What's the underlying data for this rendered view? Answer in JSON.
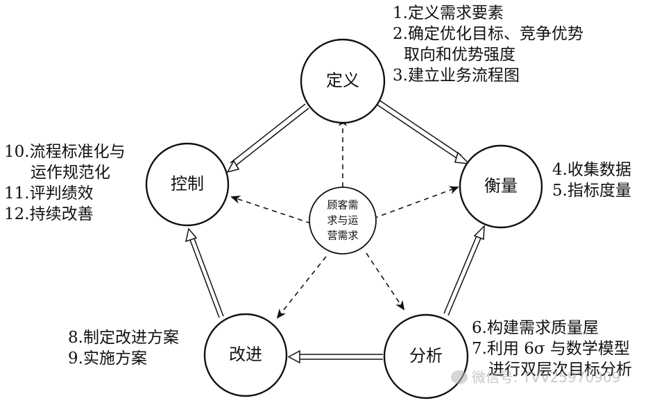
{
  "nodes": {
    "define": "定义",
    "measure": "衡量",
    "analyze": "分析",
    "improve": "改进",
    "control": "控制"
  },
  "center": {
    "line1": "顾客需",
    "line2": "求与运",
    "line3": "营需求"
  },
  "notes": {
    "define": [
      "1.定义需求要素",
      "2.确定优化目标、竞争优势",
      "取向和优势强度",
      "3.建立业务流程图"
    ],
    "measure": [
      "4.收集数据",
      "5.指标度量"
    ],
    "analyze": [
      "6.构建需求质量屋",
      "7.利用 6σ 与数学模型",
      "进行双层次目标分析"
    ],
    "improve": [
      "8.制定改进方案",
      "9.实施方案"
    ],
    "control": [
      "10.流程标准化与",
      "运作规范化",
      "11.评判绩效",
      "12.持续改善"
    ]
  },
  "watermark": "微信号: TVV25970909"
}
